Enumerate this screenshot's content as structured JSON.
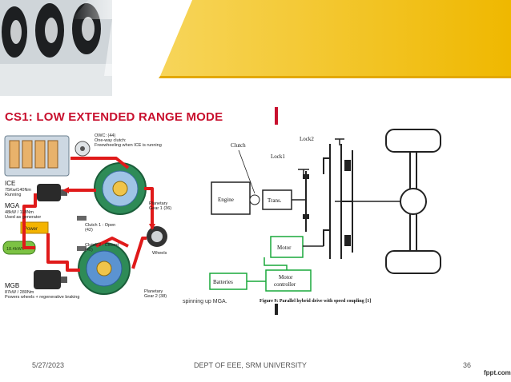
{
  "slide": {
    "title": "CS1: LOW EXTENDED RANGE MODE",
    "footer_date": "5/27/2023",
    "footer_dept": "DEPT OF EEE, SRM UNIVERSITY",
    "footer_page": "36",
    "logo": "fppt.com"
  },
  "left_diagram": {
    "owc_line1": "OWC: (44)",
    "owc_line2": "One-way clutch:",
    "owc_line3": "Freewheeling when ICE is running",
    "ice_label": "ICE",
    "ice_line1": "75Kw/140Nm",
    "ice_line2": "Running",
    "mga_label": "MGA",
    "mga_line1": "48kW / 118Nm",
    "mga_line2": "Used as generator",
    "power_label": "Power",
    "battery_label": "18.4kWh",
    "clutch1_line1": "Clutch 1 : Open",
    "clutch1_line2": "(42)",
    "clutch2_line1": "Clutch 2 : Closed",
    "clutch2_line2": "(40)",
    "pg1_line1": "Planetary",
    "pg1_line2": "Gear 1 (36)",
    "wheels_label": "Wheels",
    "pg2_line1": "Planetary",
    "pg2_line2": "Gear 2 (38)",
    "mgb_label": "MGB",
    "mgb_line1": "87kW / 280Nm",
    "mgb_line2": "Powers wheels + regenerative braking",
    "caption_fragment": "spinning up MGA."
  },
  "right_diagram": {
    "lock2": "Lock2",
    "lock1": "Lock1",
    "clutch": "Clutch",
    "engine": "Engine",
    "trans": "Trans.",
    "motor": "Motor",
    "batteries": "Batteries",
    "motor_controller_1": "Motor",
    "motor_controller_2": "controller",
    "caption": "Figure 9: Parallel hybrid drive with speed coupling [1]"
  },
  "colors": {
    "title_red": "#c8102e",
    "header_yellow": "#f2c400",
    "flow_red": "#e01a1a",
    "green": "#19a83a"
  }
}
